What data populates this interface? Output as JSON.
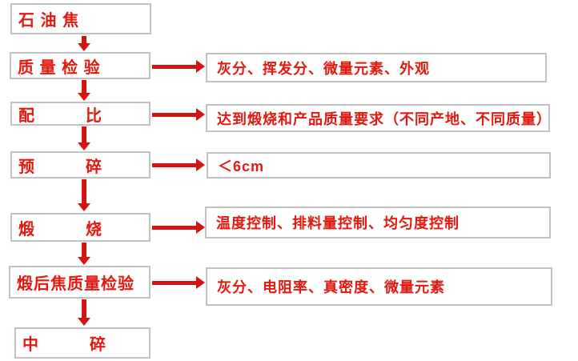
{
  "palette": {
    "text_red": "#e2190e",
    "arrow_red": "#d41410",
    "box_border": "#c2c2c2",
    "background": "#ffffff"
  },
  "flowchart": {
    "steps": [
      {
        "id": "petroleum-coke",
        "label": "石 油 焦",
        "note": ""
      },
      {
        "id": "quality-inspection",
        "label": "质 量 检 验",
        "note": "灰分、挥发分、微量元素、外观"
      },
      {
        "id": "blending-ratio",
        "label": "配　　　比",
        "note": "达到煅烧和产品质量要求（不同产地、不同质量）"
      },
      {
        "id": "pre-crushing",
        "label": "预　　　碎",
        "note": "＜6cm"
      },
      {
        "id": "calcination",
        "label": "煅　　　烧",
        "note": "温度控制、排料量控制、均匀度控制"
      },
      {
        "id": "calcined-coke-quality-inspection",
        "label": "煅后焦质量检验",
        "note": "灰分、电阻率、真密度、微量元素"
      },
      {
        "id": "medium-crushing",
        "label": "中　　　碎",
        "note": ""
      }
    ]
  }
}
